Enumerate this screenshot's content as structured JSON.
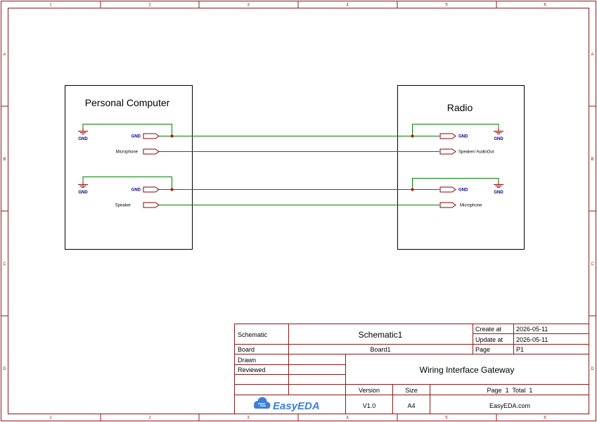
{
  "colors": {
    "frame": "#8b1a1a",
    "wire": "#008000",
    "gnd": "#8b0000",
    "net_label": "#00008b",
    "port": "#8b0000",
    "junction": "#cc0000",
    "text": "#000000",
    "logo": "#3b7fd8"
  },
  "frame": {
    "columns": [
      "1",
      "2",
      "3",
      "4",
      "5",
      "6"
    ],
    "rows": [
      "A",
      "B",
      "C",
      "D"
    ]
  },
  "blocks": {
    "pc": {
      "title": "Personal Computer",
      "gnd_label": "GND",
      "ports": {
        "gnd1": "GND",
        "mic": "Microphone",
        "gnd2": "GND",
        "spk": "Speaker"
      }
    },
    "radio": {
      "title": "Radio",
      "gnd_label": "GND",
      "ports": {
        "gnd1": "GND",
        "spk": "Speaker/ AudioOut",
        "gnd2": "GND",
        "mic": "Microphone"
      }
    }
  },
  "title_block": {
    "schematic_label": "Schematic",
    "schematic_value": "Schematic1",
    "create_label": "Create at",
    "create_value": "2026-05-11",
    "update_label": "Update at",
    "update_value": "2026-05-11",
    "board_label": "Board",
    "board_value": "Board1",
    "page_label": "Page",
    "page_value": "P1",
    "drawn_label": "Drawn",
    "reviewed_label": "Reviewed",
    "project_title": "Wiring Interface Gateway",
    "version_label": "Version",
    "version_value": "V1.0",
    "size_label": "Size",
    "size_value": "A4",
    "page_total": "Page  1  Total  1",
    "logo_text": "EasyEDA",
    "site": "EasyEDA.com"
  }
}
